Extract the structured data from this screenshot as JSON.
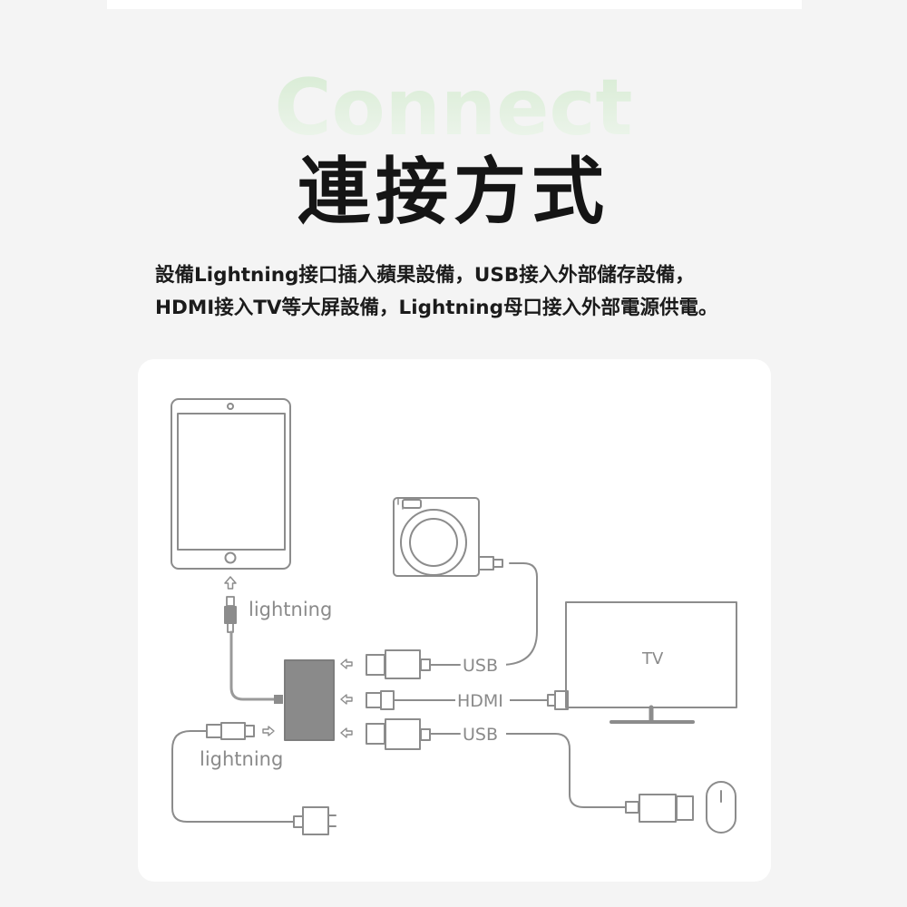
{
  "header": {
    "hero_word": "Connect",
    "title": "連接方式",
    "description_lines": [
      "設備Lightning接口插入蘋果設備，USB接入外部儲存設備，",
      "HDMI接入TV等大屏設備，Lightning母口接入外部電源供電。"
    ]
  },
  "diagram": {
    "labels": {
      "lightning_top": "lightning",
      "lightning_bottom": "lightning",
      "usb_top": "USB",
      "hdmi": "HDMI",
      "usb_bottom": "USB",
      "tv": "TV"
    }
  },
  "colors": {
    "hero_gradient_start": "#d8ecd4",
    "hero_gradient_end": "#eef6ec",
    "line": "#8c8c8c",
    "hub": "#8a8a8a",
    "text": "#1b1b1b"
  }
}
